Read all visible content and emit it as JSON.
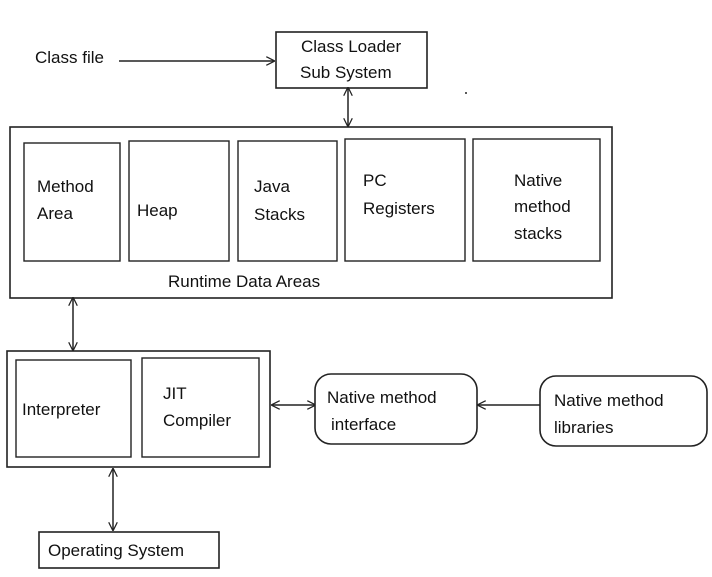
{
  "class_file": "Class file",
  "class_loader": {
    "line1": "Class Loader",
    "line2": "Sub System"
  },
  "runtime_data_areas": {
    "label": "Runtime Data Areas",
    "method_area": {
      "line1": "Method",
      "line2": "Area"
    },
    "heap": "Heap",
    "java_stacks": {
      "line1": "Java",
      "line2": "Stacks"
    },
    "pc_registers": {
      "line1": "PC",
      "line2": "Registers"
    },
    "native_method_stacks": {
      "line1": "Native",
      "line2": "method",
      "line3": "stacks"
    }
  },
  "execution_engine": {
    "interpreter": "Interpreter",
    "jit_compiler": {
      "line1": "JIT",
      "line2": "Compiler"
    }
  },
  "native_method_interface": {
    "line1": "Native method",
    "line2": "interface"
  },
  "native_method_libraries": {
    "line1": "Native method",
    "line2": "libraries"
  },
  "operating_system": "Operating System"
}
